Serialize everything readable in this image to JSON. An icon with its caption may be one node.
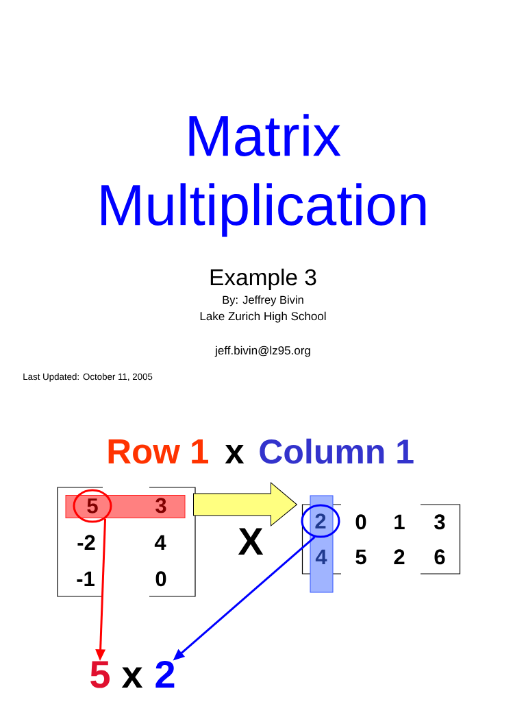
{
  "diagram": {
    "title": "Matrix Multiplication",
    "nodes": [
      {
        "text": [],
        "shape": "bar"
      },
      {
        "text": [
          "5"
        ]
      },
      {
        "text": [],
        "shape": "bar"
      },
      {
        "text": [
          "2"
        ]
      },
      {
        "text": [
          "5"
        ]
      },
      {
        "text": [
          "2"
        ]
      }
    ],
    "edges": [
      {
        "from": 0,
        "to": 2,
        "arrow": "to",
        "style": "thick",
        "color": "#ffff80"
      },
      {
        "from": 1,
        "to": 4,
        "arrow": "to",
        "color": "#ff0000"
      },
      {
        "from": 3,
        "to": 5,
        "arrow": "to",
        "color": "#0000ff"
      }
    ],
    "labels": [
      "Example 3",
      "By:  Jeffrey Bivin",
      "Lake Zurich High School",
      "jeff.bivin@lz95.org",
      "Last Updated:  October 11, 2005",
      "Row 1",
      "x",
      "Column 1",
      "3",
      "-2",
      "4",
      "-1",
      "0",
      "X",
      "0",
      "1",
      "3",
      "4",
      "5",
      "2",
      "6",
      "x"
    ]
  }
}
